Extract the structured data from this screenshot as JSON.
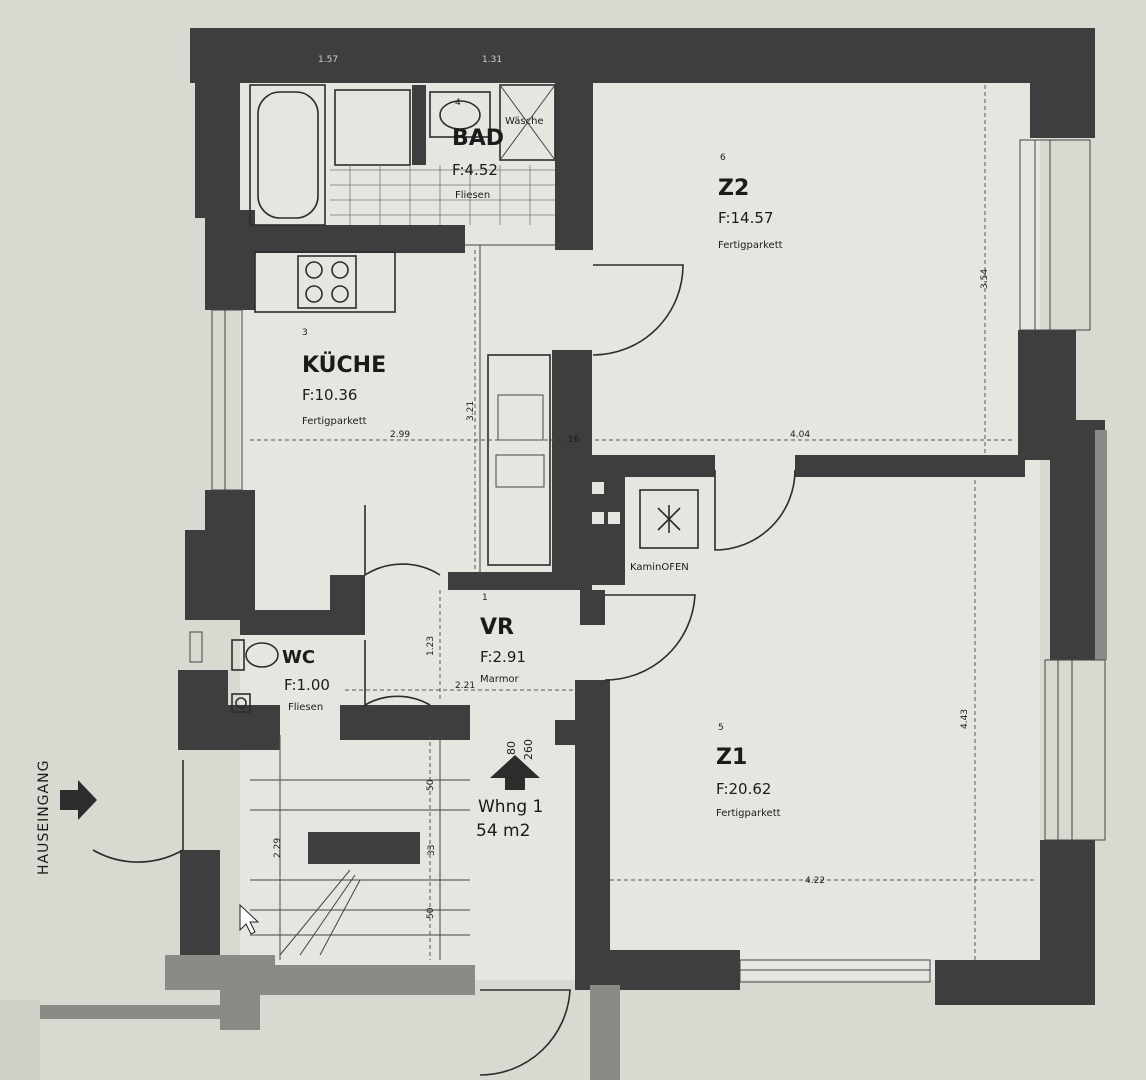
{
  "rooms": {
    "bad": {
      "number": "4",
      "name": "BAD",
      "area": "F:4.52",
      "floor": "Fliesen"
    },
    "z2": {
      "number": "6",
      "name": "Z2",
      "area": "F:14.57",
      "floor": "Fertigparkett"
    },
    "kueche": {
      "number": "3",
      "name": "KÜCHE",
      "area": "F:10.36",
      "floor": "Fertigparkett"
    },
    "vr": {
      "number": "1",
      "name": "VR",
      "area": "F:2.91",
      "floor": "Marmor"
    },
    "wc": {
      "number": "",
      "name": "WC",
      "area": "F:1.00",
      "floor": "Fliesen"
    },
    "z1": {
      "number": "5",
      "name": "Z1",
      "area": "F:20.62",
      "floor": "Fertigparkett"
    }
  },
  "labels": {
    "waesche": "Wäsche",
    "kaminofen": "KaminOFEN",
    "hauseingang": "HAUSEINGANG",
    "wohnung_name": "Whng 1",
    "wohnung_area": "54 m2",
    "entry_dim_top": "80",
    "entry_dim_bottom": "260"
  },
  "dimensions": {
    "bad_w1": "1.57",
    "bad_w2": "1.31",
    "z2_height": "3.54",
    "kueche_width": "2.99",
    "kueche_height": "3.21",
    "wall": ".16",
    "z2_width": "4.04",
    "vr_height": "1.23",
    "vr_width": "2.21",
    "z1_height": "4.43",
    "z1_width": "4.22",
    "stair_height": "2.29",
    "stair_a": "50",
    "stair_b": "33",
    "stair_c": "50"
  }
}
